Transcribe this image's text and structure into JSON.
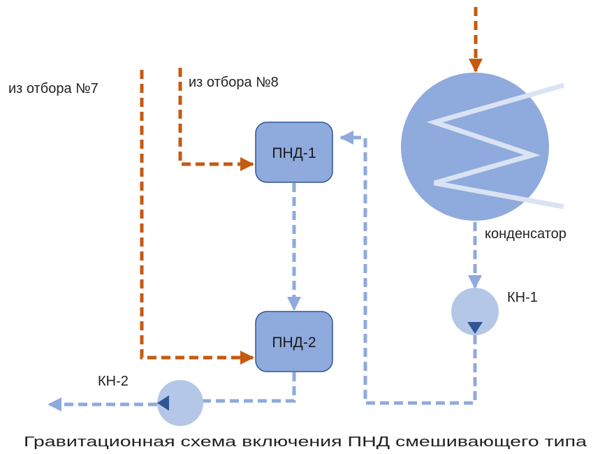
{
  "labels": {
    "source7": "из отбора №7",
    "source8": "из отбора №8",
    "condenser": "конденсатор",
    "pump1": "КН-1",
    "pump2": "КН-2",
    "caption": "Гравитационная схема включения ПНД смешивающего типа"
  },
  "blocks": {
    "heater1": "ПНД-1",
    "heater2": "ПНД-2"
  },
  "colors": {
    "steam": "#c55a11",
    "water": "#8faadc",
    "box_fill": "#8faadc",
    "box_stroke": "#2f5597",
    "condenser_fill": "#8faadc",
    "coil": "#dae3f3",
    "pump_fill": "#b4c7e7",
    "pump_triangle": "#2f5597"
  }
}
